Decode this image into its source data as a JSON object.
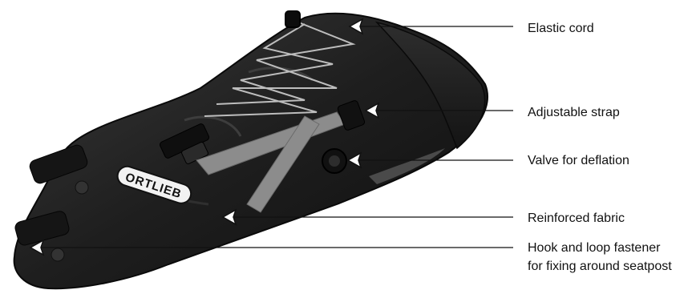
{
  "labels": {
    "elastic_cord": "Elastic cord",
    "adjustable_strap": "Adjustable strap",
    "valve": "Valve for deflation",
    "reinforced_fabric": "Reinforced fabric",
    "hook_loop_line1": "Hook and loop fastener",
    "hook_loop_line2": "for fixing around seatpost"
  },
  "product": {
    "brand": "ORTLIEB"
  },
  "colors": {
    "bag_body": "#1c1c1c",
    "strap": "#8c8c8c",
    "cord": "#bdbdbd",
    "leader_line": "#111111",
    "pointer_fill": "#ffffff"
  }
}
